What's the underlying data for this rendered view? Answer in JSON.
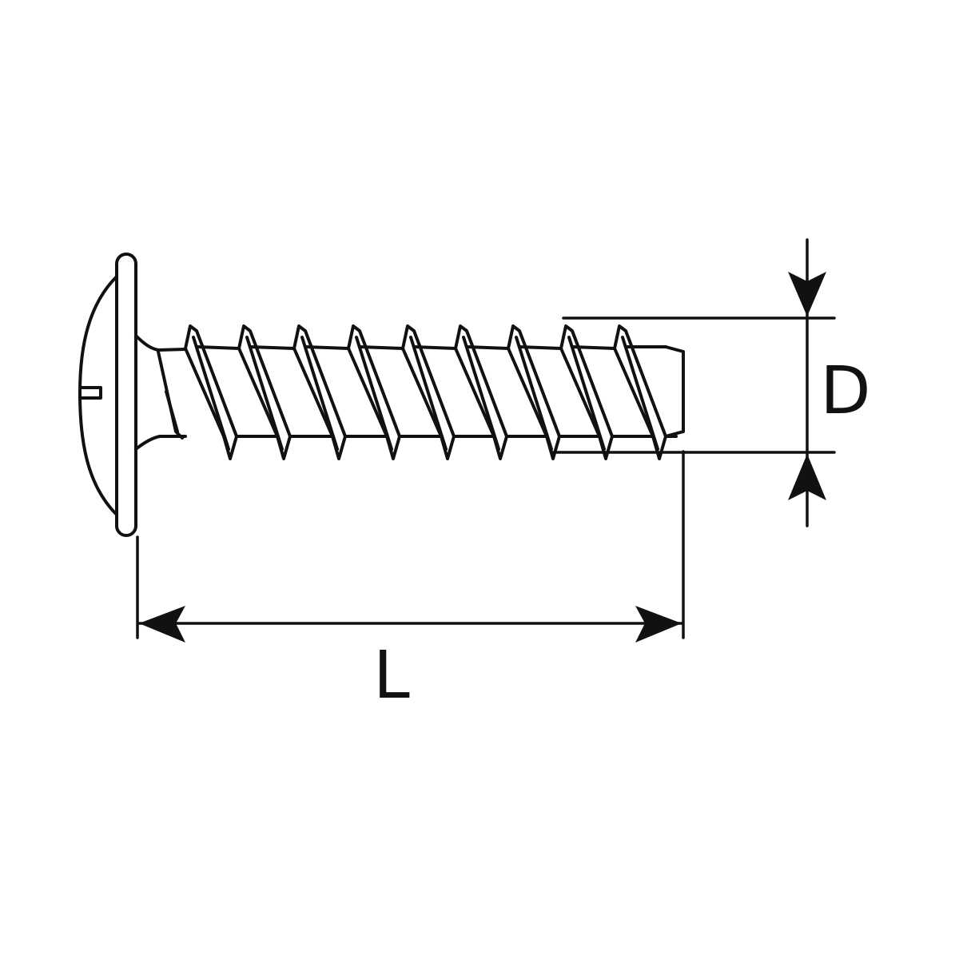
{
  "diagram": {
    "type": "screw-dimension-drawing",
    "labels": {
      "length": "L",
      "diameter": "D"
    },
    "colors": {
      "stroke": "#111111",
      "background": "#ffffff"
    }
  }
}
